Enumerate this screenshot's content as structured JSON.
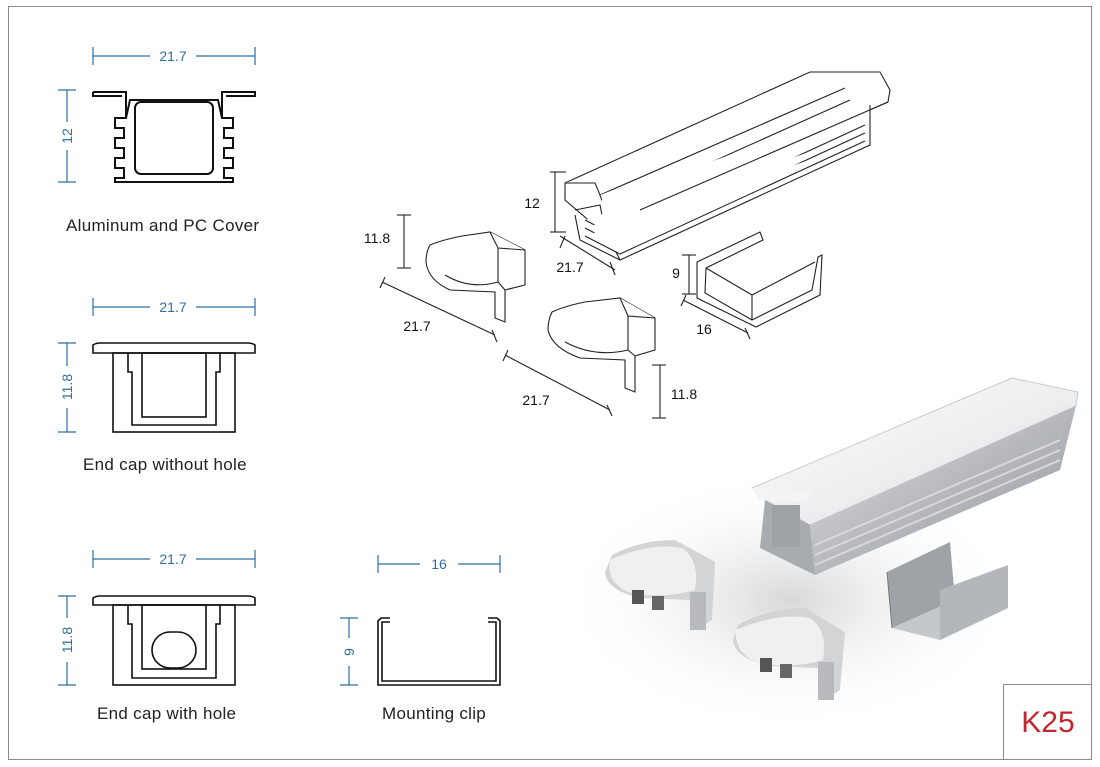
{
  "model": "K25",
  "colors": {
    "dimension": "#2d6f9f",
    "model_code": "#c4262e",
    "outline": "#111111"
  },
  "sections": {
    "profile": {
      "caption": "Aluminum and PC Cover",
      "width": "21.7",
      "height": "12"
    },
    "cap_no_hole": {
      "caption": "End cap without hole",
      "width": "21.7",
      "height": "11.8"
    },
    "cap_hole": {
      "caption": "End cap with hole",
      "width": "21.7",
      "height": "11.8"
    },
    "clip": {
      "caption": "Mounting clip",
      "width": "16",
      "height": "9"
    }
  },
  "exploded": {
    "profile_height": "12",
    "profile_width": "21.7",
    "cap1_height": "11.8",
    "cap1_width": "21.7",
    "cap2_width": "21.7",
    "cap2_height": "11.8",
    "clip_height": "9",
    "clip_width": "16"
  }
}
